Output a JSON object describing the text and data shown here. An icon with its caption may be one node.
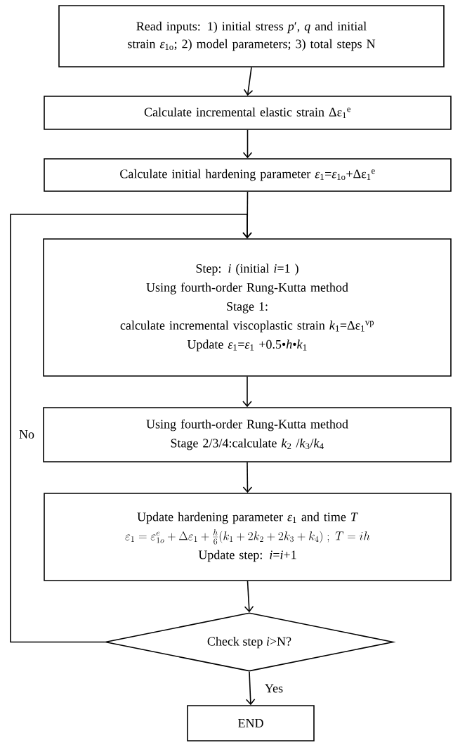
{
  "diagram": {
    "nodes": [
      {
        "text": [
          "Read inputs: 1) initial stress *p*′, *q* and initial strain *ε*$_{1o}$; 2) model parameters; 3) total steps N"
        ]
      },
      {
        "text": [
          "Calculate incremental elastic strain Δε$_{1}$$^{e}$"
        ]
      },
      {
        "text": [
          "Calculate initial hardening parameter *ε*$_{1}$=*ε*$_{1o}$+Δε$_{1}$$^{e}$"
        ]
      },
      {
        "text": [
          "Step: *i* (initial *i*=1 )",
          "Using fourth-order Rung-Kutta method",
          "Stage 1:",
          "calculate incremental viscoplastic strain *k*$_{1}$=Δε$_{1}$$^{vp}$",
          "Update *ε*$_{1}$=*ε*$_{1}$ +0.5•*h*•*k*$_{1}$"
        ]
      },
      {
        "text": [
          "Using fourth-order Rung-Kutta method",
          "Stage 2/3/4:calculate *k*$_{2}$ /*k*$_{3}$/*k*$_{4}$"
        ]
      },
      {
        "text": [
          "Update hardening parameter *ε*$_{1}$ and time *T*",
          "\\varepsilon_1=\\varepsilon_{1o}^{e}+\\Delta\\varepsilon_1+\\frac{h}{6}(k_1+2k_2+2k_3+k_4)\\;;\\;T=ih",
          "Update step: *i*=*i*+1"
        ]
      },
      {
        "text": [
          "Check step *i*>N?"
        ]
      },
      {
        "text": [
          "END"
        ]
      }
    ],
    "edges": [
      {
        "from": 0,
        "to": 1,
        "arrow": "to"
      },
      {
        "from": 1,
        "to": 2,
        "arrow": "to"
      },
      {
        "from": 2,
        "to": 3,
        "arrow": "to"
      },
      {
        "from": 3,
        "to": 4,
        "arrow": "to"
      },
      {
        "from": 4,
        "to": 5,
        "arrow": "to"
      },
      {
        "from": 5,
        "to": 6,
        "arrow": "to"
      },
      {
        "from": 6,
        "to": 7,
        "arrow": "to",
        "label": "Yes"
      },
      {
        "from": 6,
        "to": 3,
        "arrow": "to",
        "label": "No"
      }
    ]
  }
}
